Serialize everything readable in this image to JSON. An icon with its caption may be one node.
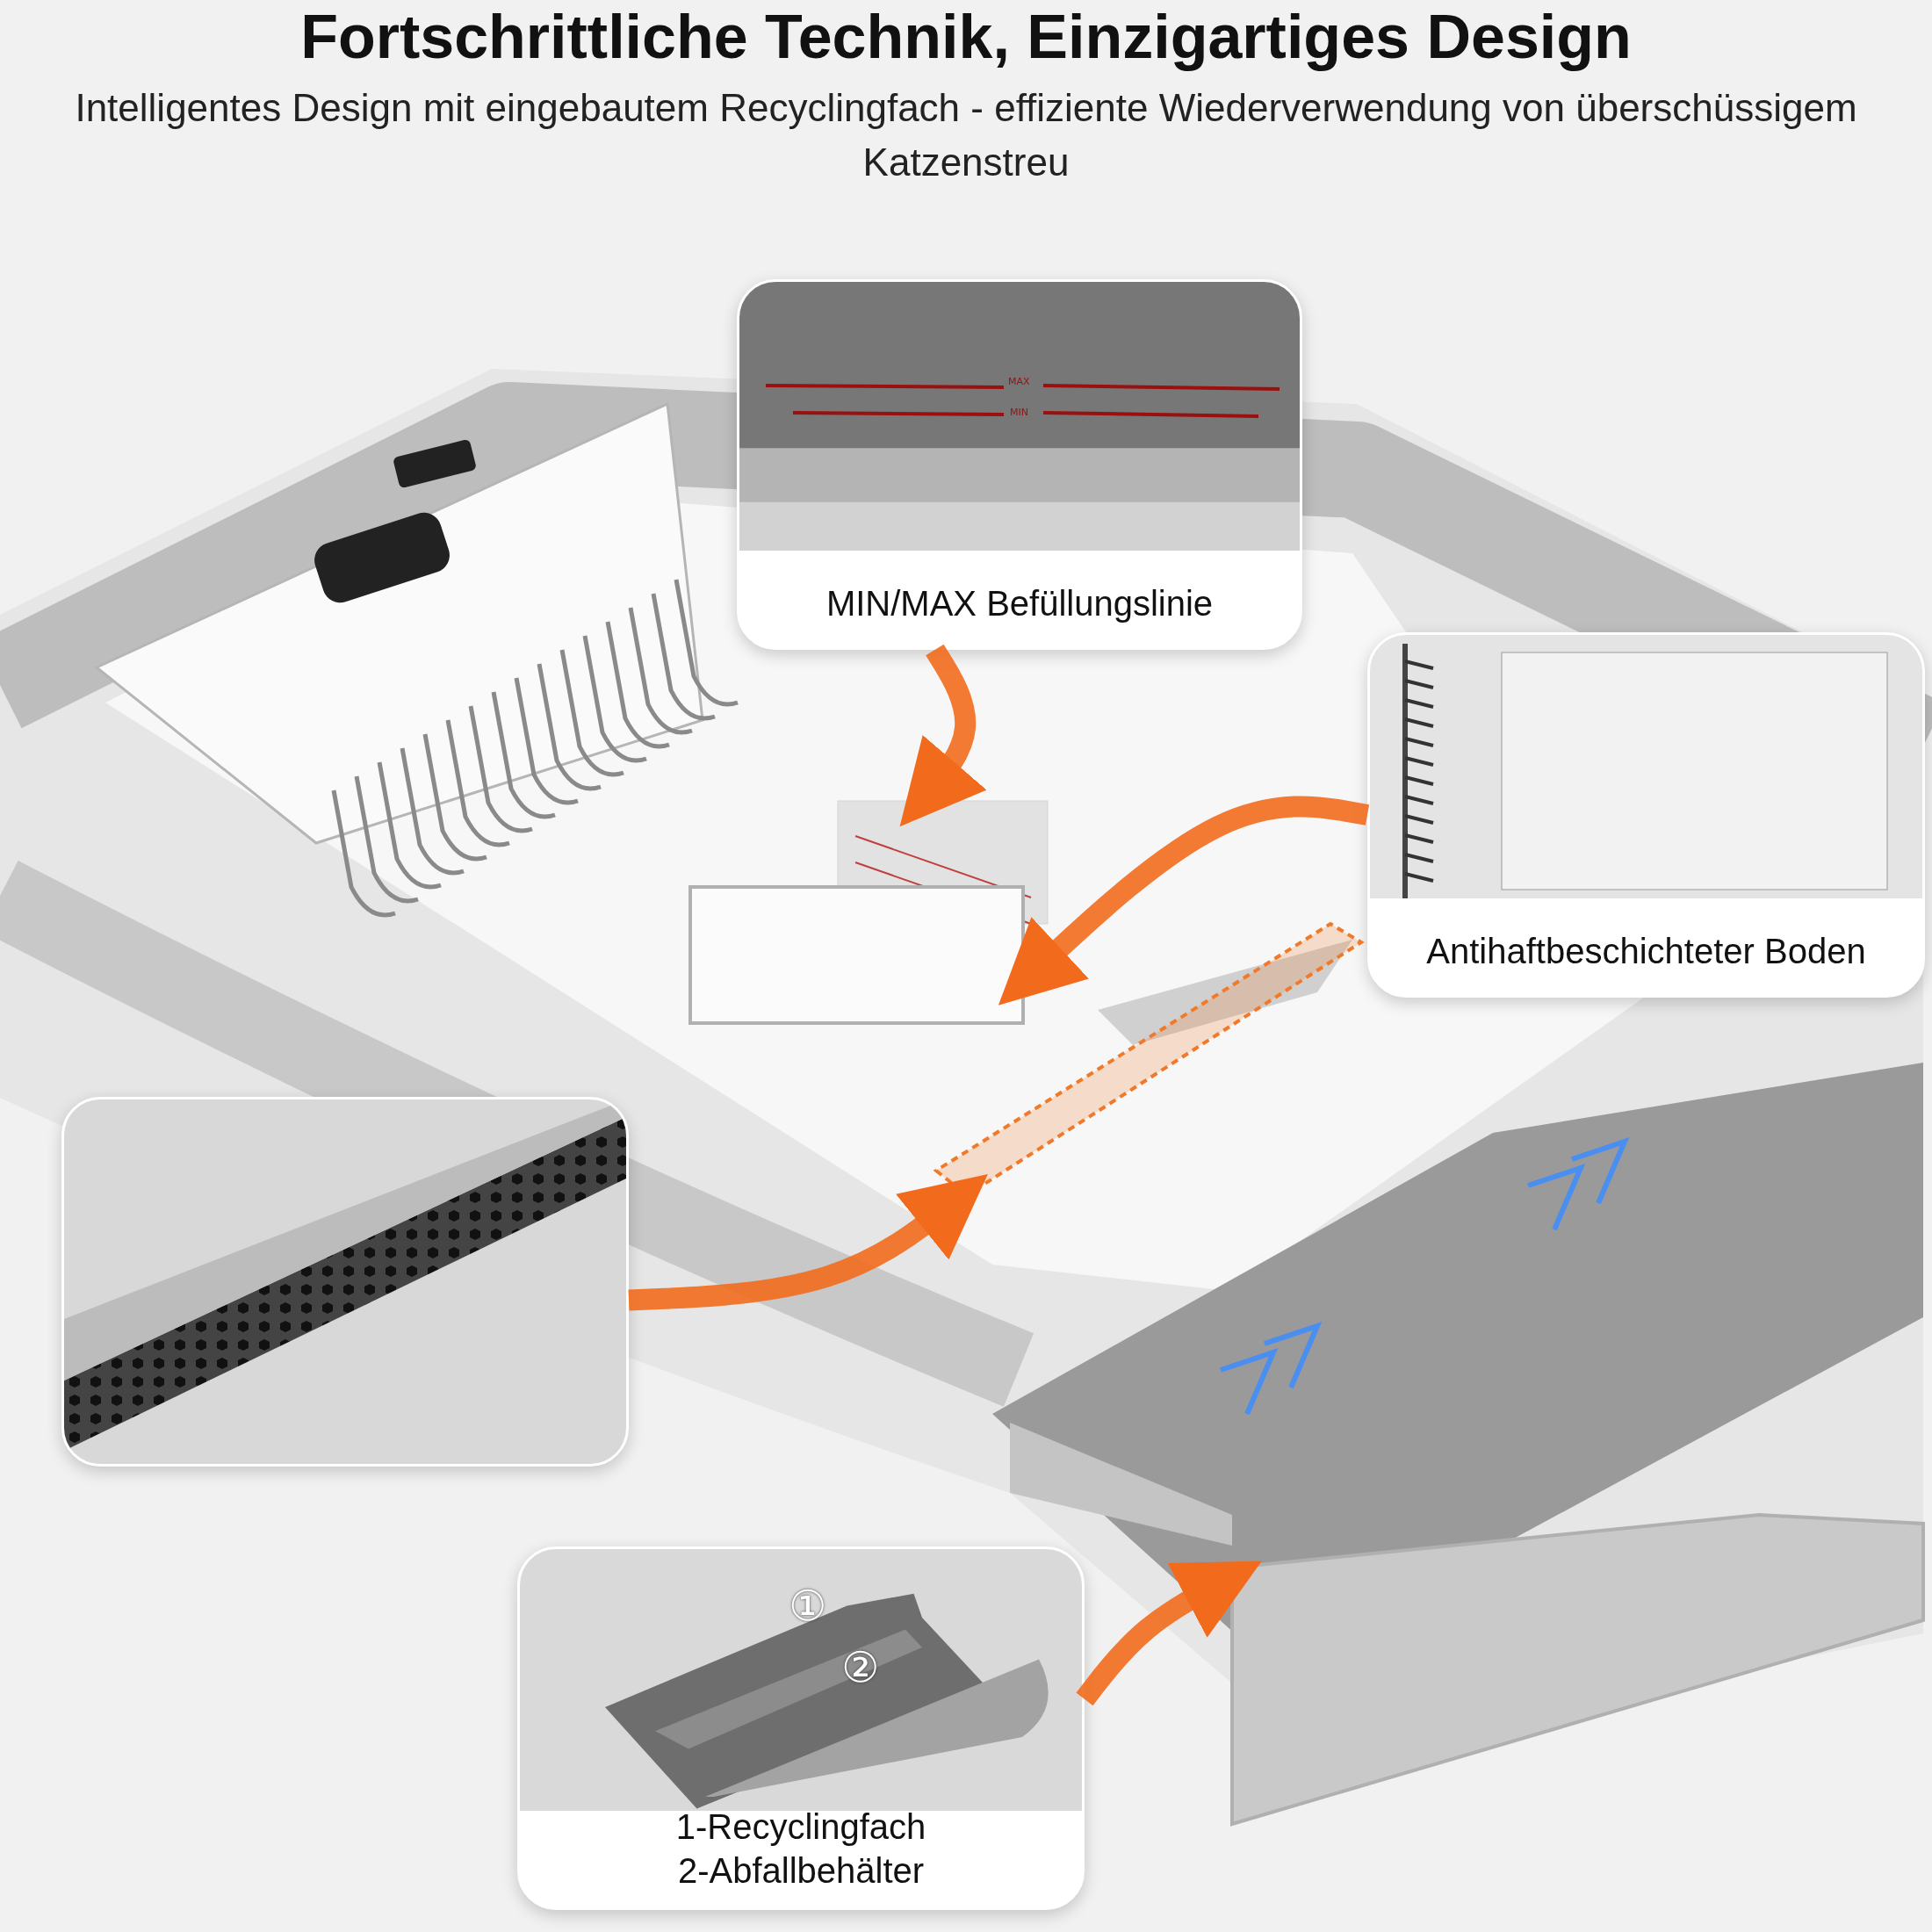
{
  "diagram": {
    "title": "Fortschrittliche Technik, Einzigartiges Design",
    "nodes": [
      {
        "text": [
          "MIN/MAX Befüllungslinie"
        ]
      },
      {
        "text": [
          "Antihaftbeschichteter Boden"
        ]
      },
      {
        "text": [],
        "shape": "picture"
      },
      {
        "text": [
          "1-Recyclingfach",
          "2-Abfallbehälter"
        ]
      },
      {
        "text": [],
        "shape": "box"
      },
      {
        "text": [],
        "shape": "box"
      },
      {
        "text": [],
        "shape": "picture"
      },
      {
        "text": [],
        "shape": "box"
      }
    ],
    "edges": [
      {
        "from": 0,
        "to": 6,
        "arrow": "to"
      },
      {
        "from": 1,
        "to": 7,
        "arrow": "to"
      },
      {
        "from": 2,
        "to": 4,
        "arrow": "to"
      },
      {
        "from": 3,
        "to": 5,
        "arrow": "to"
      }
    ],
    "labels": [
      "Intelligentes Design mit eingebautem Recyclingfach - effiziente Wiederverwendung von überschüssigem Katzenstreu",
      "MAX",
      "MIN",
      "①",
      "②"
    ]
  }
}
